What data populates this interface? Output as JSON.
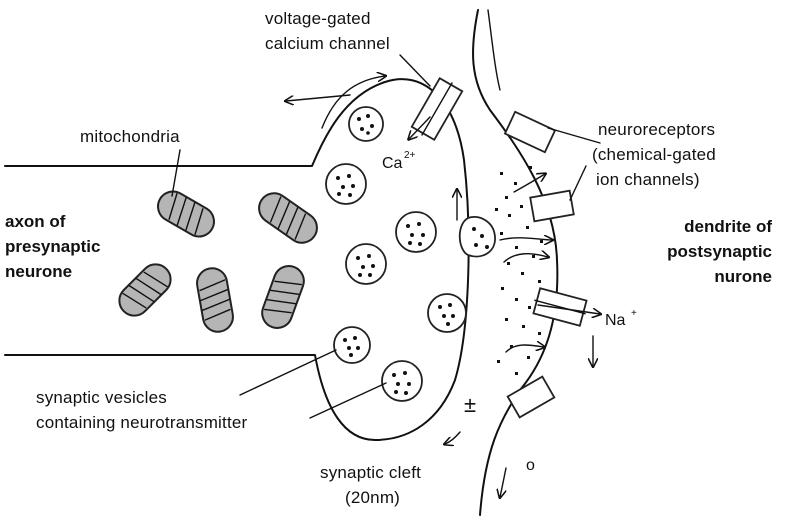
{
  "labels": {
    "voltage_gated_line1": "voltage-gated",
    "voltage_gated_line2": "calcium channel",
    "mitochondria": "mitochondria",
    "axon_line1": "axon of",
    "axon_line2": "presynaptic",
    "axon_line3": "neurone",
    "neuroreceptors_line1": "neuroreceptors",
    "neuroreceptors_line2": "(chemical-gated",
    "neuroreceptors_line3": "ion channels)",
    "dendrite_line1": "dendrite of",
    "dendrite_line2": "postsynaptic",
    "dendrite_line3": "nurone",
    "vesicles_line1": "synaptic vesicles",
    "vesicles_line2": "containing neurotransmitter",
    "cleft_line1": "synaptic cleft",
    "cleft_line2": "(20nm)"
  },
  "ions": {
    "calcium": "Ca",
    "calcium_charge": "2+",
    "sodium": "Na",
    "sodium_charge": "+"
  },
  "symbols": {
    "plus_minus": "±",
    "open_circle": "o"
  }
}
